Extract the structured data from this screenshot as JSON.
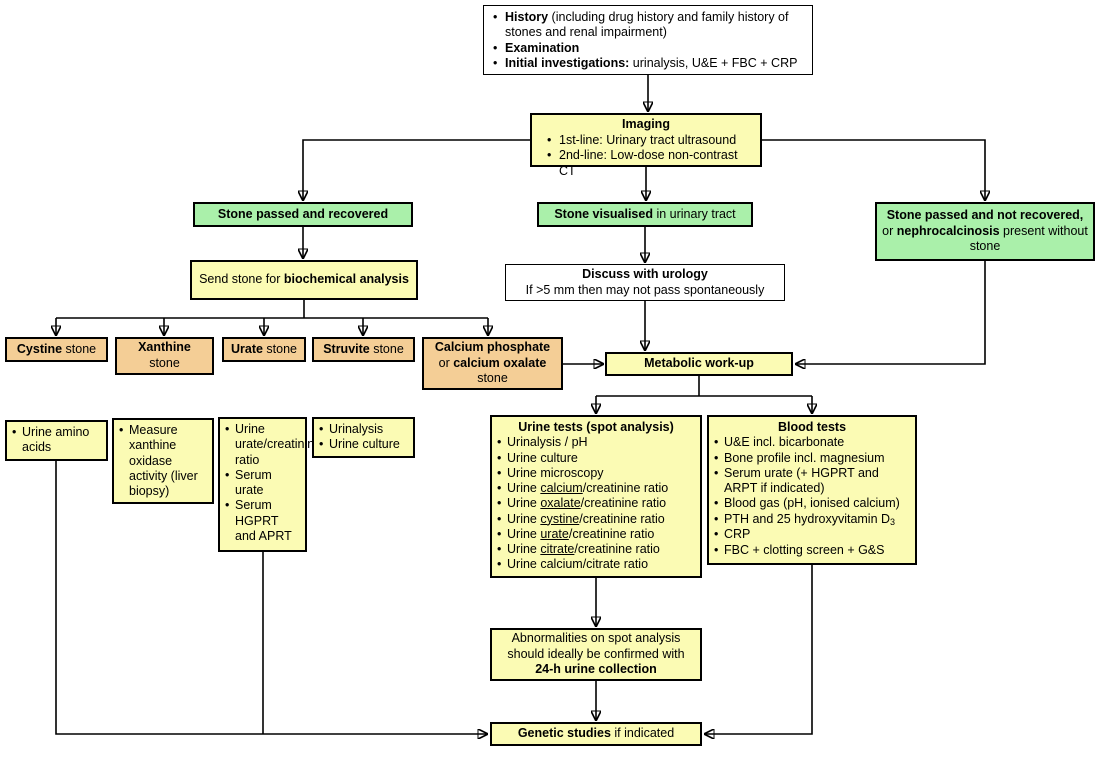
{
  "colors": {
    "box_yellow": "#FBFBB4",
    "box_green": "#AAF0AA",
    "box_tan": "#F4CE96",
    "line": "#000000"
  },
  "history": {
    "items": [
      [
        {
          "t": "History",
          "b": true
        },
        {
          "t": " (including drug history and family history of stones and renal impairment)"
        }
      ],
      [
        {
          "t": "Examination",
          "b": true
        }
      ],
      [
        {
          "t": "Initial investigations:",
          "b": true
        },
        {
          "t": " urinalysis, U&E + FBC + CRP"
        }
      ]
    ]
  },
  "imaging": {
    "title": "Imaging",
    "items": [
      [
        "1st-line: Urinary tract ultrasound"
      ],
      [
        "2nd-line: Low-dose non-contrast CT"
      ]
    ]
  },
  "branches": {
    "recovered": {
      "text": [
        {
          "t": "Stone passed and recovered",
          "b": true
        }
      ]
    },
    "visualised": {
      "text": [
        {
          "t": "Stone visualised",
          "b": true
        },
        {
          "t": " in urinary tract"
        }
      ]
    },
    "not_recovered": {
      "text": [
        {
          "t": "Stone passed and not recovered,",
          "b": true
        },
        {
          "t": " or "
        },
        {
          "t": "nephrocalcinosis",
          "b": true
        },
        {
          "t": " present without stone"
        }
      ]
    }
  },
  "send_stone": {
    "text": [
      {
        "t": "Send stone for "
      },
      {
        "t": "biochemical analysis",
        "b": true
      }
    ]
  },
  "discuss": {
    "title": "Discuss with urology",
    "subtitle": "If >5 mm then may not pass spontaneously"
  },
  "stones": {
    "cystine": {
      "text": [
        {
          "t": "Cystine",
          "b": true
        },
        {
          "t": " stone"
        }
      ]
    },
    "xanthine": {
      "text": [
        {
          "t": "Xanthine",
          "b": true
        },
        {
          "t": " stone"
        }
      ]
    },
    "urate": {
      "text": [
        {
          "t": "Urate",
          "b": true
        },
        {
          "t": " stone"
        }
      ]
    },
    "struvite": {
      "text": [
        {
          "t": "Struvite",
          "b": true
        },
        {
          "t": " stone"
        }
      ]
    },
    "calcium": {
      "text": [
        {
          "t": "Calcium phosphate",
          "b": true
        },
        {
          "t": " or "
        },
        {
          "t": "calcium oxalate",
          "b": true
        },
        {
          "t": " stone"
        }
      ]
    }
  },
  "metabolic": {
    "text": [
      {
        "t": "Metabolic work-up",
        "b": true
      }
    ]
  },
  "followups": {
    "cystine": {
      "items": [
        [
          "Urine amino acids"
        ]
      ]
    },
    "xanthine": {
      "items": [
        [
          "Measure xanthine oxidase activity (liver biopsy)"
        ]
      ]
    },
    "urate": {
      "items": [
        [
          "Urine urate/creatinine ratio"
        ],
        [
          "Serum urate"
        ],
        [
          "Serum HGPRT and APRT"
        ]
      ]
    },
    "struvite": {
      "items": [
        [
          "Urinalysis"
        ],
        [
          "Urine culture"
        ]
      ]
    }
  },
  "urine_tests": {
    "title": "Urine tests (spot analysis)",
    "items": [
      [
        "Urinalysis / pH"
      ],
      [
        "Urine culture"
      ],
      [
        "Urine microscopy"
      ],
      [
        {
          "t": "Urine "
        },
        {
          "t": "calcium",
          "u": true
        },
        {
          "t": "/creatinine ratio"
        }
      ],
      [
        {
          "t": "Urine "
        },
        {
          "t": "oxalate",
          "u": true
        },
        {
          "t": "/creatinine ratio"
        }
      ],
      [
        {
          "t": "Urine "
        },
        {
          "t": "cystine",
          "u": true
        },
        {
          "t": "/creatinine ratio"
        }
      ],
      [
        {
          "t": "Urine "
        },
        {
          "t": "urate",
          "u": true
        },
        {
          "t": "/creatinine ratio"
        }
      ],
      [
        {
          "t": "Urine "
        },
        {
          "t": "citrate",
          "u": true
        },
        {
          "t": "/creatinine ratio"
        }
      ],
      [
        "Urine calcium/citrate ratio"
      ]
    ]
  },
  "blood_tests": {
    "title": "Blood tests",
    "items": [
      [
        "U&E incl. bicarbonate"
      ],
      [
        "Bone profile incl. magnesium"
      ],
      [
        "Serum urate (+ HGPRT and ARPT if indicated)"
      ],
      [
        "Blood gas (pH, ionised calcium)"
      ],
      [
        {
          "t": "PTH and 25 hydroxyvitamin D"
        },
        {
          "t": "3",
          "sub": true
        }
      ],
      [
        "CRP"
      ],
      [
        "FBC + clotting screen + G&S"
      ]
    ]
  },
  "abnormalities": {
    "text": [
      {
        "t": "Abnormalities on spot analysis should ideally be confirmed with "
      },
      {
        "t": "24-h urine collection",
        "b": true
      }
    ]
  },
  "genetic": {
    "text": [
      {
        "t": "Genetic studies",
        "b": true
      },
      {
        "t": " if indicated"
      }
    ]
  }
}
